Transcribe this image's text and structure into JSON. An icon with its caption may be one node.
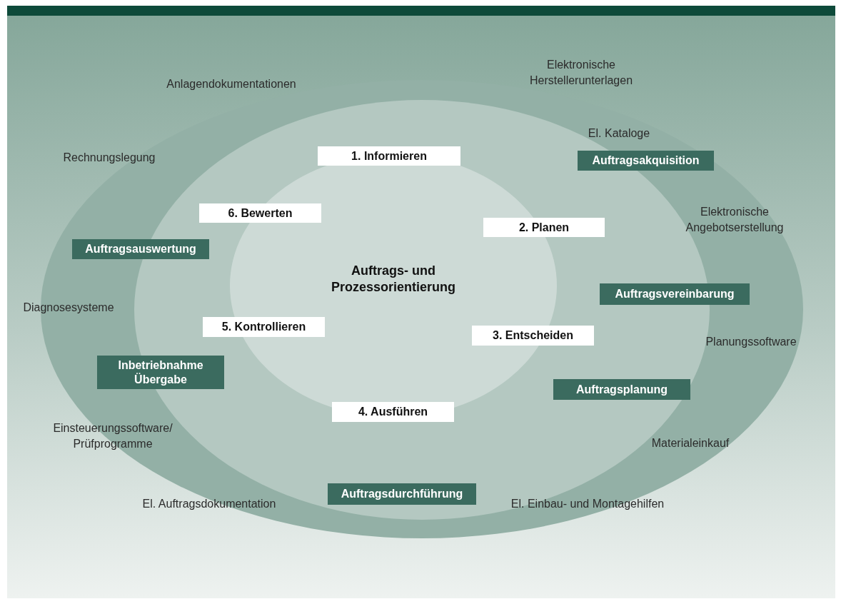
{
  "diagram": {
    "nodes": [
      {
        "text": [
          "Auftrags- und Prozessorientierung"
        ]
      },
      {
        "text": [
          "1. Informieren"
        ]
      },
      {
        "text": [
          "2. Planen"
        ]
      },
      {
        "text": [
          "3. Entscheiden"
        ]
      },
      {
        "text": [
          "4. Ausführen"
        ]
      },
      {
        "text": [
          "5. Kontrollieren"
        ]
      },
      {
        "text": [
          "6. Bewerten"
        ]
      },
      {
        "text": [
          "Auftragsakquisition"
        ]
      },
      {
        "text": [
          "Auftragsvereinbarung"
        ]
      },
      {
        "text": [
          "Auftragsplanung"
        ]
      },
      {
        "text": [
          "Auftragsdurchführung"
        ]
      },
      {
        "text": [
          "Inbetriebnahme Übergabe"
        ]
      },
      {
        "text": [
          "Auftragsauswertung"
        ]
      }
    ],
    "labels": [
      "Elektronische Herstellerunterlagen",
      "Anlagendokumentationen",
      "El. Kataloge",
      "Rechnungslegung",
      "Elektronische Angebotserstellung",
      "Diagnosesysteme",
      "Planungssoftware",
      "Einsteuerungssoftware/ Prüfprogramme",
      "Materialeinkauf",
      "El. Auftragsdokumentation",
      "El. Einbau- und Montagehilfen"
    ]
  }
}
